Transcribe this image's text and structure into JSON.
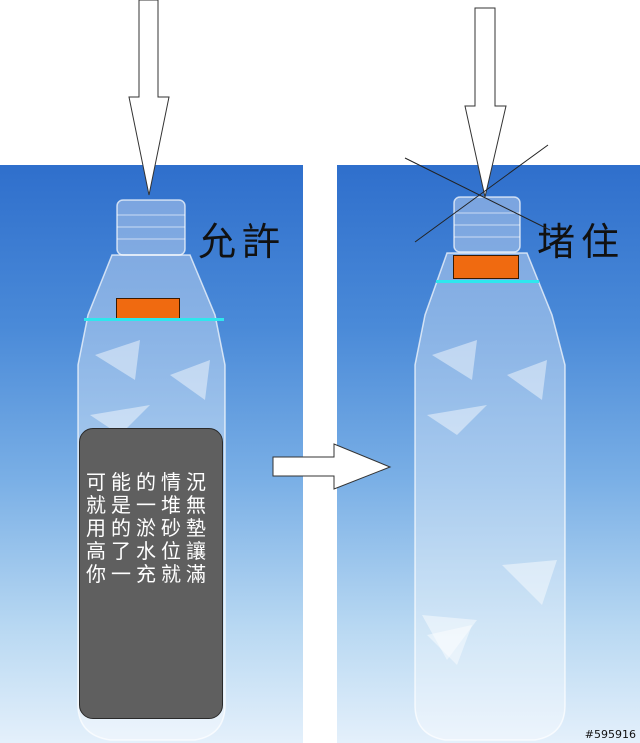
{
  "left": {
    "caption": "允許",
    "note_lines": [
      "可能的情況",
      "就是一堆無",
      "用的淤砂墊",
      "高了水位讓",
      "你一充就滿"
    ]
  },
  "right": {
    "caption": "堵住"
  },
  "watermark": "#595916",
  "colors": {
    "plug": "#f06a10",
    "waterline": "#2ee7ee",
    "note_box": "#5f5f5f"
  }
}
